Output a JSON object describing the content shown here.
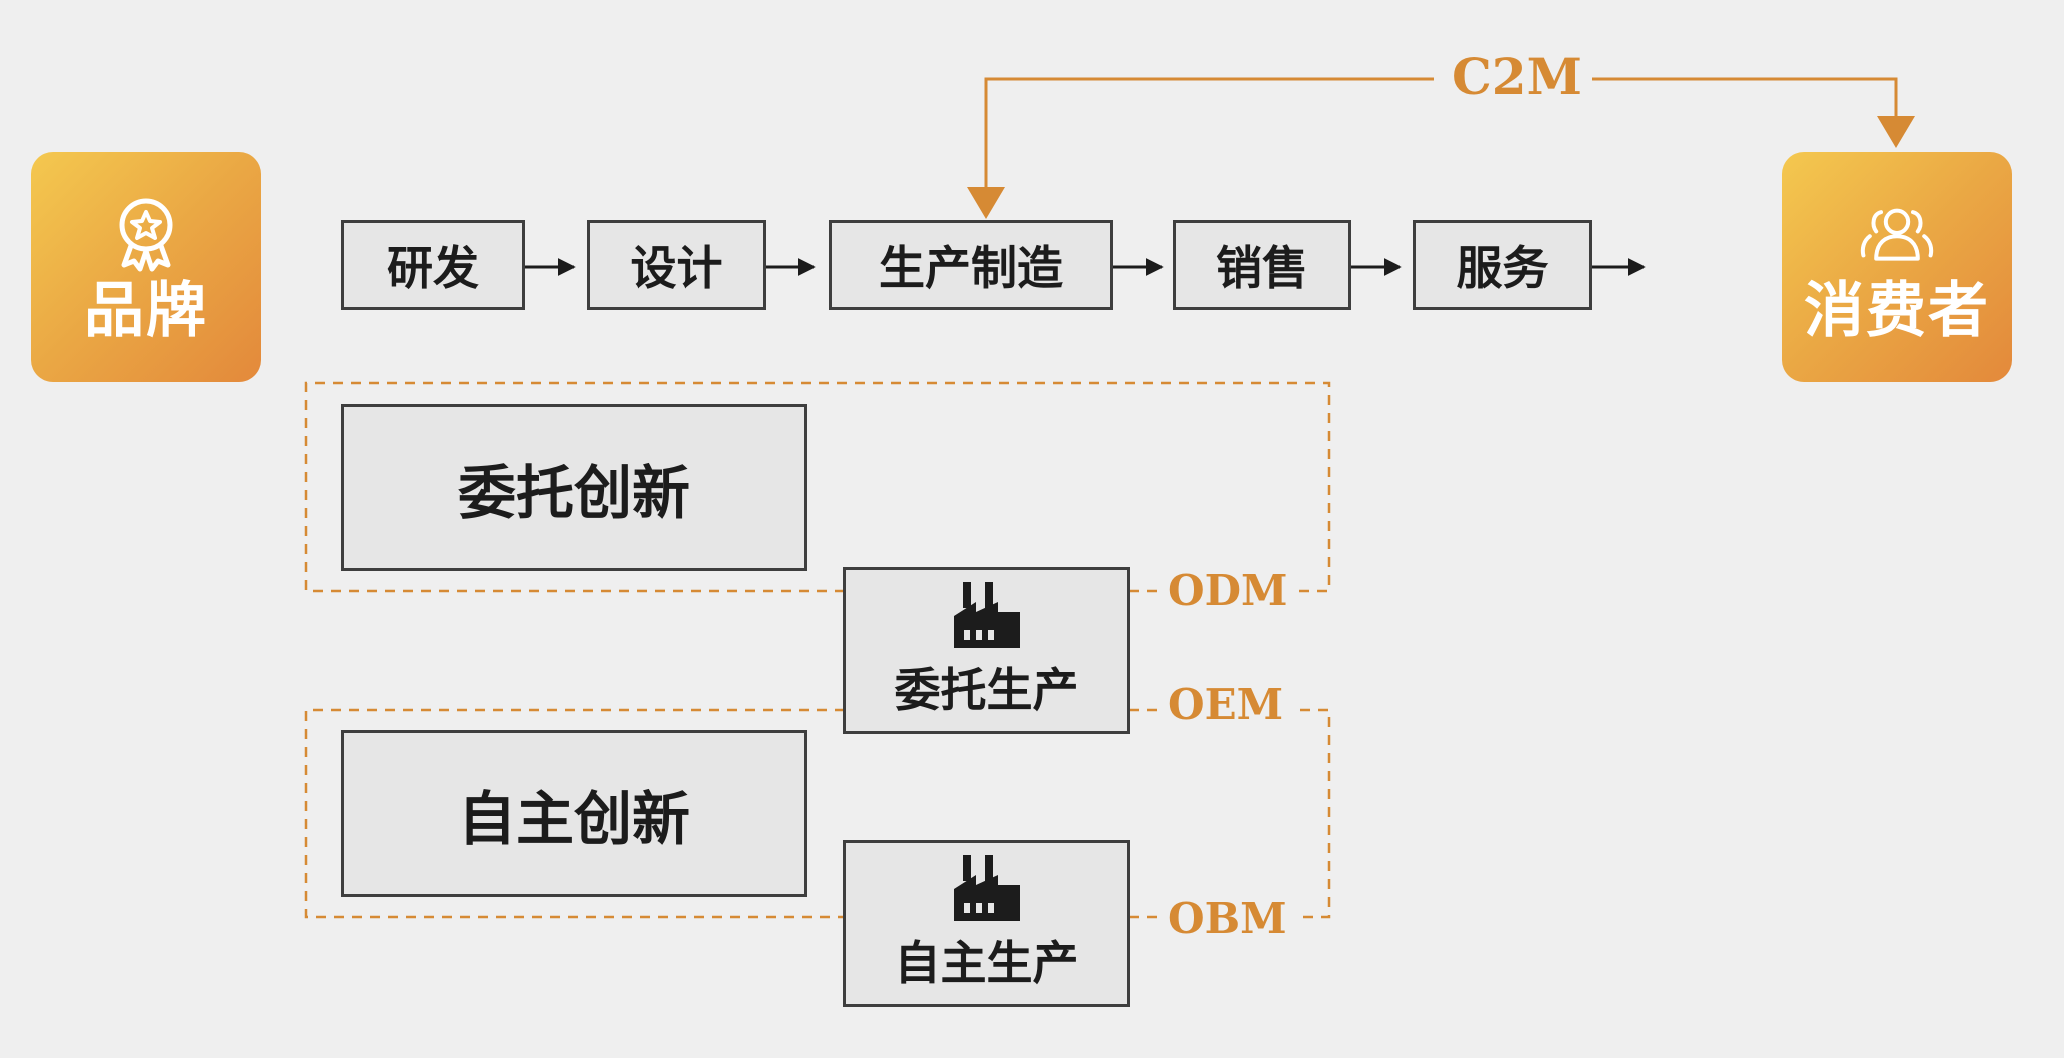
{
  "brand": {
    "label": "品牌",
    "icon": "award-badge-icon"
  },
  "consumer": {
    "label": "消费者",
    "icon": "users-icon"
  },
  "value_chain": {
    "steps": [
      {
        "label": "研发"
      },
      {
        "label": "设计"
      },
      {
        "label": "生产制造"
      },
      {
        "label": "销售"
      },
      {
        "label": "服务"
      }
    ]
  },
  "modes": {
    "entrusted_innovation": "委托创新",
    "independent_innovation": "自主创新",
    "entrusted_production": "委托生产",
    "independent_production": "自主生产"
  },
  "models": {
    "c2m": "C2M",
    "odm": "ODM",
    "oem": "OEM",
    "obm": "OBM"
  },
  "colors": {
    "accent": "#d68a34",
    "box_fill": "#e6e6e6",
    "box_border": "#3e3e3e",
    "background": "#efefef"
  }
}
